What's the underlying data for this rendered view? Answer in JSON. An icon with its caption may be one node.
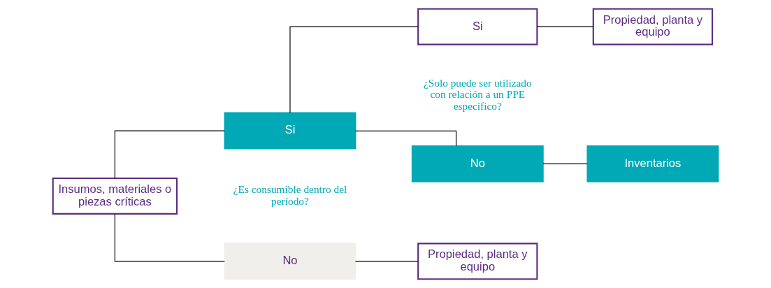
{
  "diagram": {
    "nodes": [
      {
        "text": [
          "Insumos, materiales o piezas críticas"
        ]
      },
      {
        "text": [
          "Si"
        ]
      },
      {
        "text": [
          "No"
        ]
      },
      {
        "text": [
          "Si"
        ]
      },
      {
        "text": [
          "No"
        ]
      },
      {
        "text": [
          "Propiedad, planta y equipo"
        ]
      },
      {
        "text": [
          "Inventarios"
        ]
      },
      {
        "text": [
          "Propiedad, planta y equipo"
        ]
      }
    ],
    "edges": [
      {
        "from": 0,
        "to": 1,
        "arrow": "none"
      },
      {
        "from": 0,
        "to": 2,
        "arrow": "none"
      },
      {
        "from": 1,
        "to": 3,
        "arrow": "none"
      },
      {
        "from": 1,
        "to": 4,
        "arrow": "none"
      },
      {
        "from": 3,
        "to": 5,
        "arrow": "none"
      },
      {
        "from": 4,
        "to": 6,
        "arrow": "none"
      },
      {
        "from": 2,
        "to": 7,
        "arrow": "none"
      }
    ],
    "labels": [
      "¿Solo puede ser utilizado con relación a un PPE específico?",
      "¿Es consumible dentro del período?"
    ]
  }
}
